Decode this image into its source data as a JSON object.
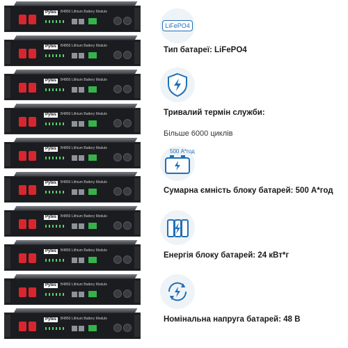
{
  "module": {
    "brand": "Pytes",
    "label": "B4850 Lithium Battery Module"
  },
  "specs": [
    {
      "icon": "lifepo4-badge-icon",
      "badge": "LiFePO4",
      "title": "Тип батареї: LiFePO4",
      "detail": ""
    },
    {
      "icon": "shield-lightning-icon",
      "title": "Тривалий термін служби:",
      "detail": "Більше 6000 циклів"
    },
    {
      "icon": "battery-capacity-icon",
      "badge": "500 А*год",
      "title": "Сумарна ємність блоку батарей: 500 А*год",
      "detail": ""
    },
    {
      "icon": "energy-cells-icon",
      "title": "Енергія блоку батарей: 24 кВт*г",
      "detail": ""
    },
    {
      "icon": "voltage-arrows-icon",
      "title": "Номінальна напруга батарей: 48 В",
      "detail": ""
    }
  ],
  "colors": {
    "accent": "#1f6fb8",
    "terminal": "#d8262e",
    "module": "#1b1c1f"
  }
}
